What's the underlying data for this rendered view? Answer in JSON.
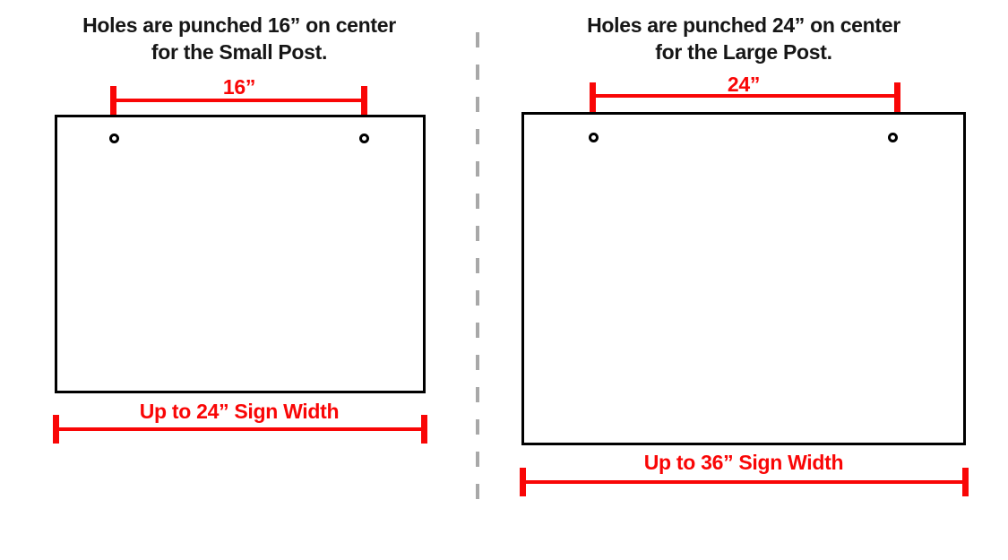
{
  "colors": {
    "dimension_red": "#f90606",
    "outline_black": "#000000",
    "divider_gray": "#a8a8a8",
    "background": "#ffffff"
  },
  "panels": [
    {
      "name": "small-post",
      "title_line1": "Holes are punched 16” on center",
      "title_line2": "for the Small Post.",
      "hole_spacing_label": "16”",
      "sign_width_label": "Up to 24” Sign Width"
    },
    {
      "name": "large-post",
      "title_line1": "Holes are punched 24” on center",
      "title_line2": "for the Large Post.",
      "hole_spacing_label": "24”",
      "sign_width_label": "Up to 36” Sign Width"
    }
  ]
}
